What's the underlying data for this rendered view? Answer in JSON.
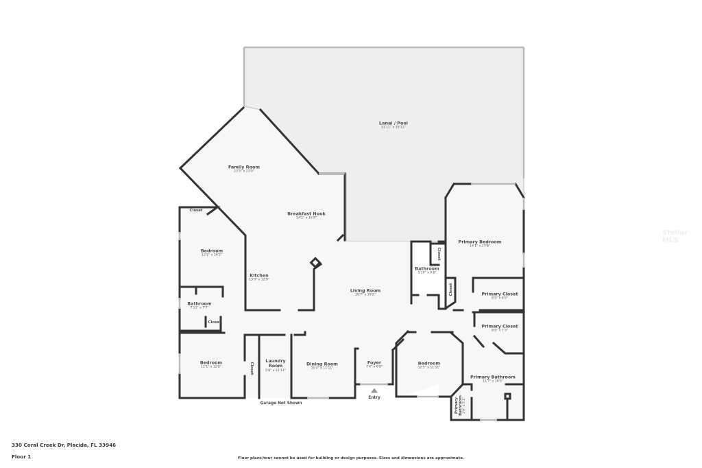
{
  "property": {
    "address": "330 Coral Creek Dr, Placida, FL 33946",
    "floor": "Floor 1",
    "disclaimer": "Floor plans/tour cannot be used for building or design purposes. Sizes and dimensions are approximate.",
    "watermark": "Stellar MLS"
  },
  "rooms": {
    "lanai": {
      "name": "Lanai / Pool",
      "dims": "51'11\" x 35'11\""
    },
    "family_room": {
      "name": "Family Room",
      "dims": "23'5\" x 23'0\""
    },
    "breakfast_nook": {
      "name": "Breakfast Nook",
      "dims": "14'1\" x 16'9\""
    },
    "closet_nw": {
      "name": "Closet"
    },
    "bedroom_nw": {
      "name": "Bedroom",
      "dims": "12'1\" x 16'2\""
    },
    "kitchen": {
      "name": "Kitchen",
      "dims": "13'0\" x 12'9\""
    },
    "living_room": {
      "name": "Living Room",
      "dims": "19'7\" x 19'2\""
    },
    "bathroom_w": {
      "name": "Bathroom",
      "dims": "7'11\" x 7'7\""
    },
    "closet_w": {
      "name": "Closet"
    },
    "bedroom_sw": {
      "name": "Bedroom",
      "dims": "12'1\" x 12'8\""
    },
    "closet_sw": {
      "name": "Closet"
    },
    "laundry": {
      "name": "Laundry Room",
      "dims": "5'8\" x 11'11\""
    },
    "dining_room": {
      "name": "Dining Room",
      "dims": "11'4\" x 11'11\""
    },
    "foyer": {
      "name": "Foyer",
      "dims": "7'4\" x 6'8\""
    },
    "bedroom_s": {
      "name": "Bedroom",
      "dims": "12'5\" x 11'11\""
    },
    "bathroom_c": {
      "name": "Bathroom",
      "dims": "5'10\" x 9'8\""
    },
    "closet_c1": {
      "name": "Closet"
    },
    "closet_c2": {
      "name": "Closet"
    },
    "primary_bedroom": {
      "name": "Primary Bedroom",
      "dims": "14'1\" x 17'8\""
    },
    "primary_closet_1": {
      "name": "Primary Closet",
      "dims": "8'5\" x 6'0\""
    },
    "primary_closet_2": {
      "name": "Primary Closet",
      "dims": "8'5\" x 7'3\""
    },
    "primary_bathroom": {
      "name": "Primary Bathroom",
      "dims": "11'7\" x 16'5\""
    },
    "primary_bathroom_wc": {
      "name": "Primary Bathroom",
      "dims": "3'9\" x 5'1\""
    }
  },
  "annotations": {
    "garage": "Garage Not Shown",
    "entry": "Entry"
  },
  "colors": {
    "wall": "#333333",
    "floor": "#f7f7f7",
    "lanai": "#efefef",
    "window": "#cfcfcf"
  }
}
